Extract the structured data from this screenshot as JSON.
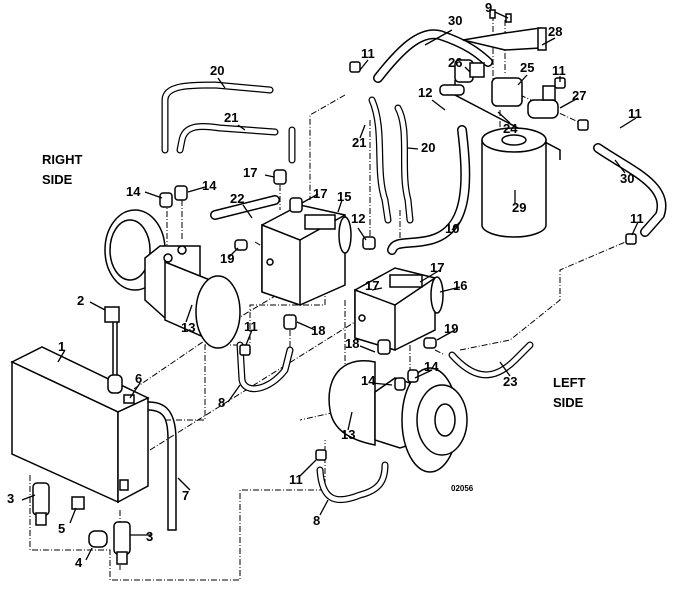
{
  "side_labels": {
    "right": [
      "RIGHT",
      "SIDE"
    ],
    "left": [
      "LEFT",
      "SIDE"
    ]
  },
  "drawing_number": "02056",
  "callouts": [
    "30",
    "9",
    "28",
    "11",
    "26",
    "25",
    "11",
    "12",
    "27",
    "24",
    "11",
    "30",
    "20",
    "21",
    "21",
    "20",
    "14",
    "14",
    "17",
    "22",
    "17",
    "15",
    "19",
    "12",
    "10",
    "29",
    "11",
    "17",
    "17",
    "16",
    "2",
    "13",
    "18",
    "1",
    "11",
    "19",
    "18",
    "6",
    "14",
    "14",
    "23",
    "8",
    "13",
    "7",
    "3",
    "5",
    "11",
    "3",
    "8",
    "4"
  ]
}
